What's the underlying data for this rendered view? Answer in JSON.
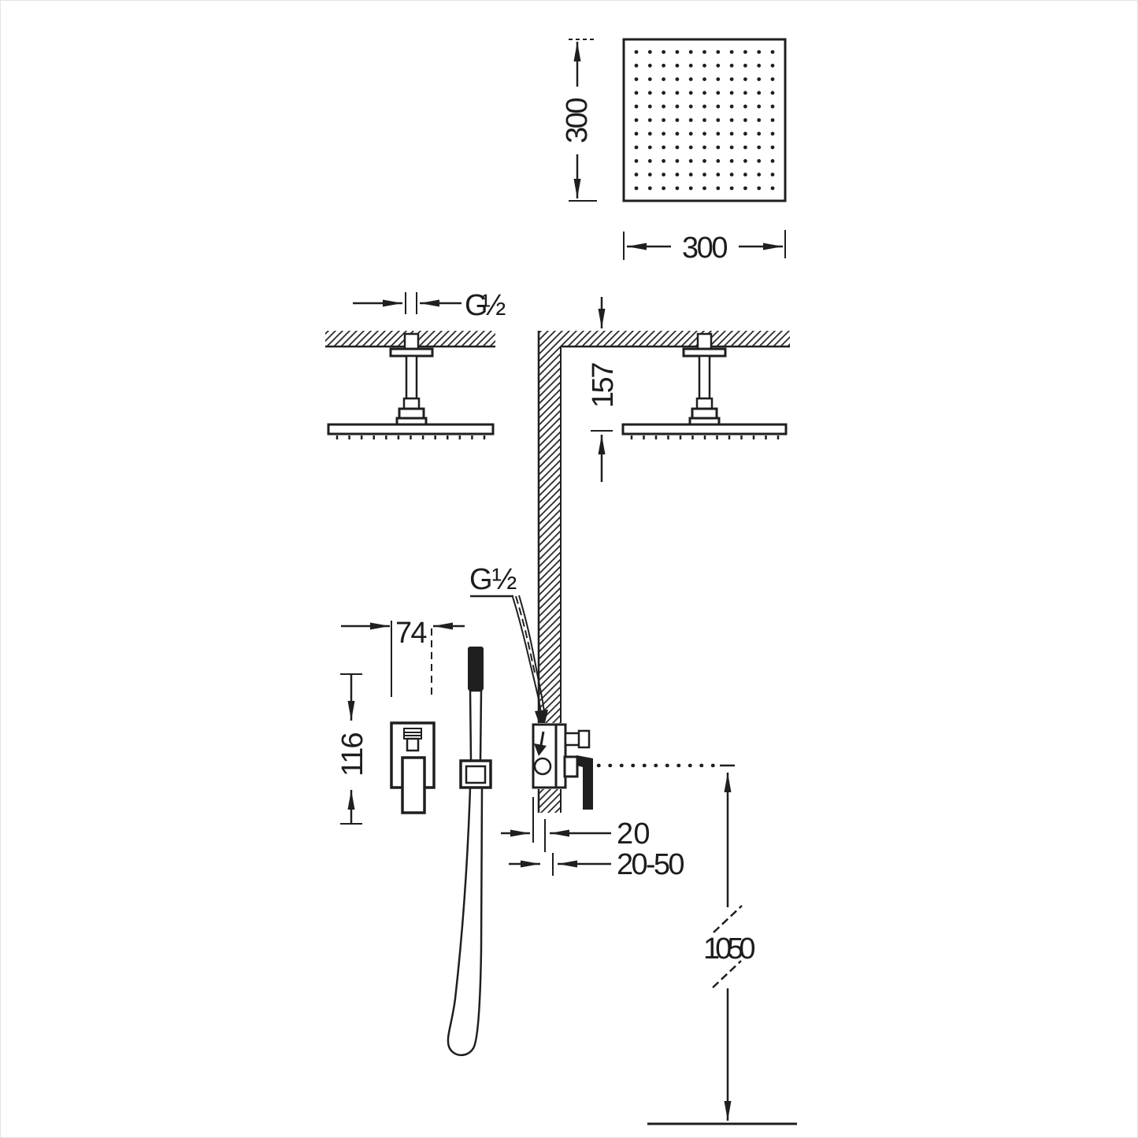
{
  "drawing": {
    "line_color": "#1f1f1f",
    "background_color": "#ffffff"
  },
  "rain_head_top_view": {
    "depth_label": "300",
    "width_label": "300",
    "nozzle_rows": 11,
    "nozzle_cols": 11
  },
  "ceiling_section": {
    "thread_label": "G½",
    "offset_label": "157",
    "plate_tick_count": 13
  },
  "mixer_front_view": {
    "width_label": "74",
    "height_label": "116"
  },
  "wall_section": {
    "thread_label": "G ½",
    "plaster_depth_label": "20",
    "depth_range_label": "20-50",
    "height_label": "1050"
  }
}
